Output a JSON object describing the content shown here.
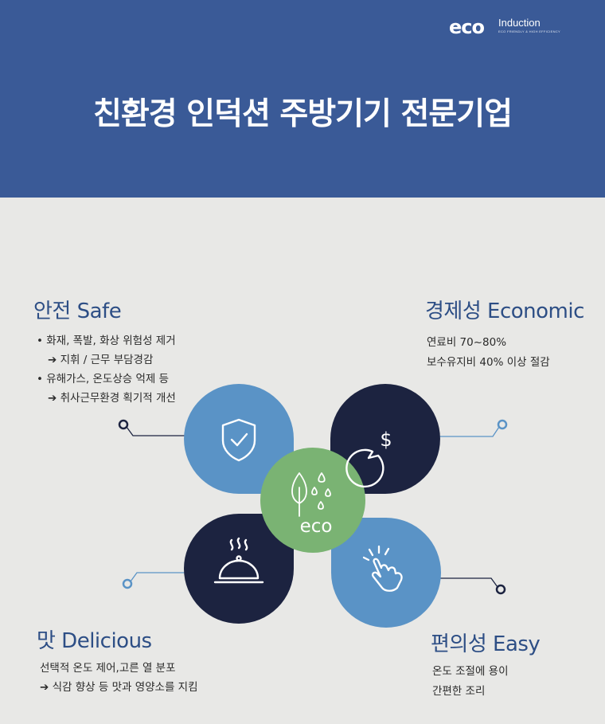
{
  "header": {
    "logo_mark": "eco",
    "logo_word": "Induction",
    "logo_tagline": "ECO FRIENDLY & HIGH EFFICIENCY",
    "title": "친환경 인덕션 주방기기 전문기업"
  },
  "colors": {
    "header_bg": "#3a5a97",
    "page_bg": "#e8e8e6",
    "petal_light": "#5a93c6",
    "petal_dark": "#1c2340",
    "center_green": "#7ab373",
    "title_blue": "#2d4e85"
  },
  "features": {
    "safe": {
      "title": "안전 Safe",
      "line1": "• 화재, 폭발, 화상 위험성 제거",
      "line2": "➔ 지휘 / 근무 부담경감",
      "line3": "• 유해가스, 온도상승 억제 등",
      "line4": "➔ 취사근무환경 획기적 개선",
      "icon": "shield-check-icon"
    },
    "economic": {
      "title": "경제성 Economic",
      "line1": "연료비 70~80%",
      "line2": "보수유지비 40% 이상 절감",
      "icon": "dollar-speech-bubble-icon"
    },
    "delicious": {
      "title": "맛 Delicious",
      "line1": "선택적 온도 제어,고른 열 분포",
      "line2": "➔ 식감 향상 등 맛과 영양소를 지킴",
      "icon": "food-cloche-icon"
    },
    "easy": {
      "title": "편의성 Easy",
      "line1": "온도 조절에 용이",
      "line2": "간편한 조리",
      "icon": "tapping-hand-icon"
    },
    "center": {
      "label": "eco",
      "icon": "leaf-water-drops-icon"
    }
  }
}
